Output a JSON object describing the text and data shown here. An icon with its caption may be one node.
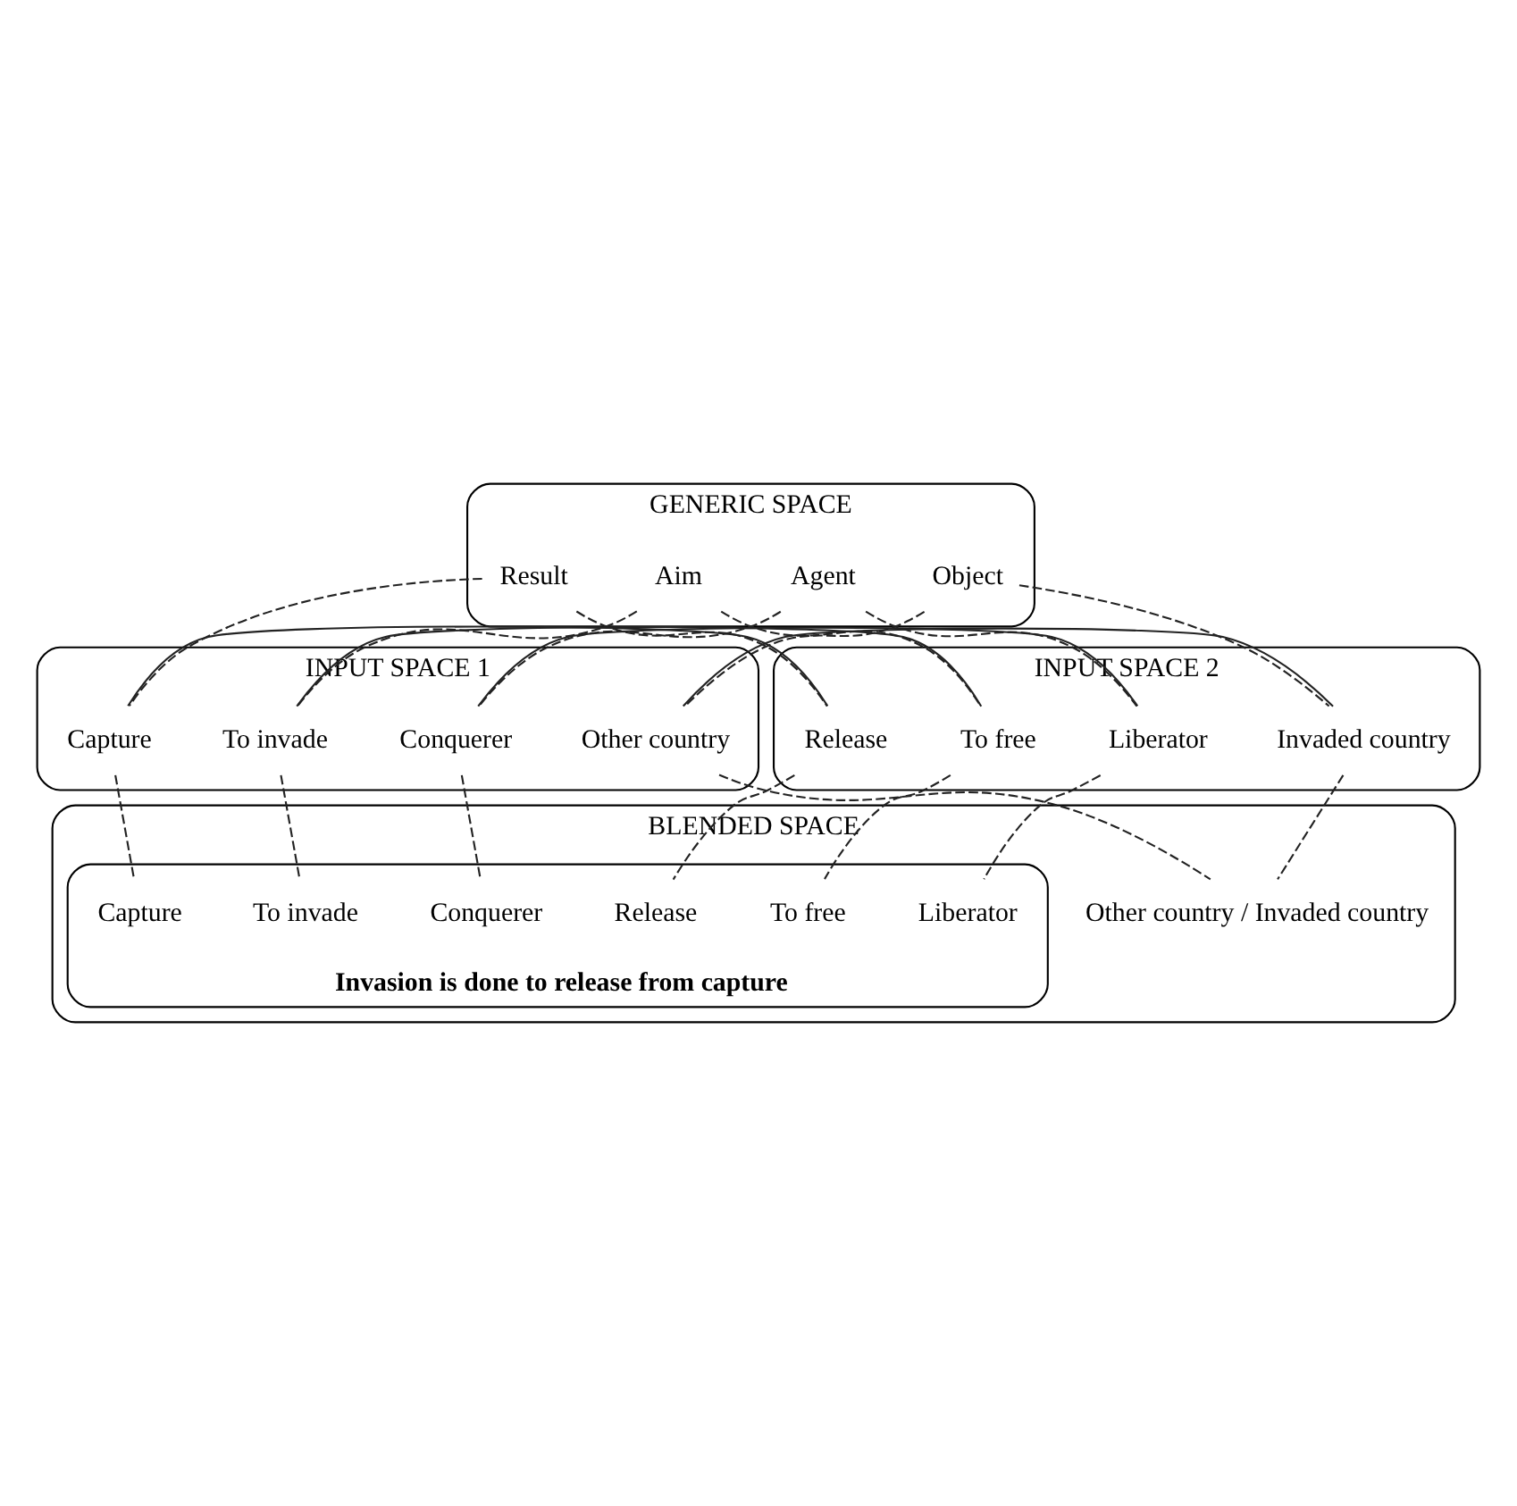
{
  "diagram": {
    "nodes": [
      {
        "text": [
          "GENERIC SPACE"
        ]
      },
      {
        "text": [
          "Agent"
        ],
        "in": 0
      },
      {
        "text": [
          "Object"
        ],
        "in": 0
      },
      {
        "text": [
          "Aim"
        ],
        "in": 0
      },
      {
        "text": [
          "Result"
        ],
        "in": 0
      },
      {
        "text": [
          "INPUT SPACE 1"
        ]
      },
      {
        "text": [
          "Conquerer"
        ],
        "in": 5
      },
      {
        "text": [
          "Other country"
        ],
        "in": 5
      },
      {
        "text": [
          "To invade"
        ],
        "in": 5
      },
      {
        "text": [
          "Capture"
        ],
        "in": 5
      },
      {
        "text": [
          "INPUT SPACE 2"
        ]
      },
      {
        "text": [
          "Liberator"
        ],
        "in": 10
      },
      {
        "text": [
          "Invaded country"
        ],
        "in": 10
      },
      {
        "text": [
          "To free"
        ],
        "in": 10
      },
      {
        "text": [
          "Release"
        ],
        "in": 10
      },
      {
        "text": [
          "BLENDED SPACE"
        ]
      },
      {
        "text": [
          "Other country / Invaded country"
        ],
        "in": 15
      },
      {
        "text": [
          "Invasion is done to release from capture"
        ],
        "in": 15
      },
      {
        "text": [
          "Conquerer"
        ],
        "in": 17
      },
      {
        "text": [
          "Liberator"
        ],
        "in": 17
      },
      {
        "text": [
          "To invade"
        ],
        "in": 17
      },
      {
        "text": [
          "To free"
        ],
        "in": 17
      },
      {
        "text": [
          "Capture"
        ],
        "in": 17
      },
      {
        "text": [
          "Release"
        ],
        "in": 17
      }
    ],
    "edges": [
      {
        "from": 1,
        "to": 6,
        "arrow": "none",
        "style": "dashed"
      },
      {
        "from": 1,
        "to": 11,
        "arrow": "none",
        "style": "dashed"
      },
      {
        "from": 2,
        "to": 7,
        "arrow": "none",
        "style": "dashed"
      },
      {
        "from": 2,
        "to": 12,
        "arrow": "none",
        "style": "dashed"
      },
      {
        "from": 3,
        "to": 8,
        "arrow": "none",
        "style": "dashed"
      },
      {
        "from": 3,
        "to": 13,
        "arrow": "none",
        "style": "dashed"
      },
      {
        "from": 4,
        "to": 9,
        "arrow": "none",
        "style": "dashed"
      },
      {
        "from": 4,
        "to": 14,
        "arrow": "none",
        "style": "dashed"
      },
      {
        "from": 6,
        "to": 11,
        "arrow": "none"
      },
      {
        "from": 7,
        "to": 12,
        "arrow": "none"
      },
      {
        "from": 8,
        "to": 13,
        "arrow": "none"
      },
      {
        "from": 9,
        "to": 14,
        "arrow": "none"
      },
      {
        "from": 7,
        "to": 16,
        "arrow": "none",
        "style": "dashed"
      },
      {
        "from": 12,
        "to": 16,
        "arrow": "none",
        "style": "dashed"
      },
      {
        "from": 6,
        "to": 18,
        "arrow": "none",
        "style": "dashed"
      },
      {
        "from": 11,
        "to": 19,
        "arrow": "none",
        "style": "dashed"
      },
      {
        "from": 8,
        "to": 20,
        "arrow": "none",
        "style": "dashed"
      },
      {
        "from": 13,
        "to": 21,
        "arrow": "none",
        "style": "dashed"
      },
      {
        "from": 9,
        "to": 22,
        "arrow": "none",
        "style": "dashed"
      },
      {
        "from": 14,
        "to": 23,
        "arrow": "none",
        "style": "dashed"
      }
    ]
  }
}
